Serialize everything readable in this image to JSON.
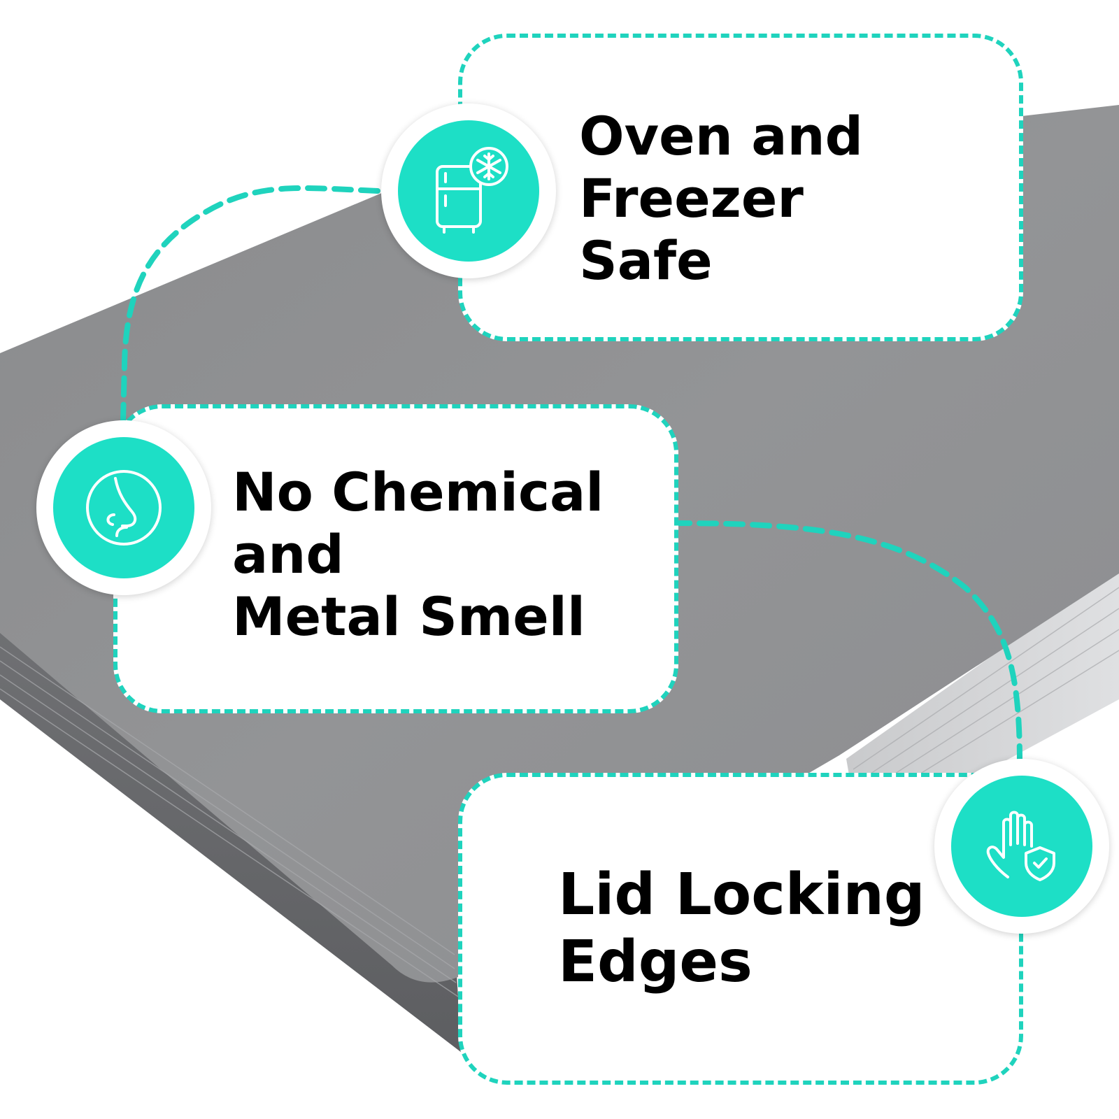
{
  "colors": {
    "accent": "#1fd3bd",
    "badge_fill": "#1ddfc6",
    "tray": "#8f9092",
    "text": "#000000"
  },
  "features": [
    {
      "lines": [
        "Oven and",
        "Freezer",
        "Safe"
      ],
      "icon": "fridge-snowflake-icon"
    },
    {
      "lines": [
        "No Chemical",
        "and",
        "Metal Smell"
      ],
      "icon": "nose-icon"
    },
    {
      "lines": [
        "Lid Locking",
        "Edges"
      ],
      "icon": "hand-shield-icon"
    }
  ]
}
